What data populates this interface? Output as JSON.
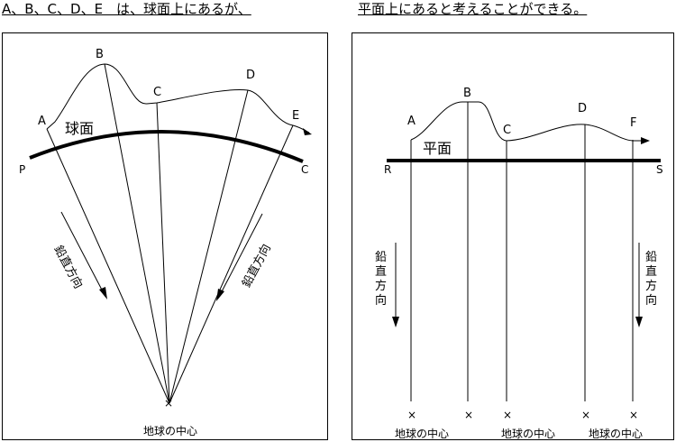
{
  "caption": {
    "left": "A、B、C、D、E　は、球面上にあるが、",
    "right": "平面上にあると考えることができる。"
  },
  "left_panel": {
    "points": [
      "A",
      "B",
      "C",
      "D",
      "E"
    ],
    "curve_ends": [
      "P",
      "C"
    ],
    "surface_label": "球面",
    "vertical_label": "鉛直方向",
    "center_label": "地球の中心",
    "marker": "×"
  },
  "right_panel": {
    "points": [
      "A",
      "B",
      "C",
      "D",
      "F"
    ],
    "line_ends": [
      "R",
      "S"
    ],
    "surface_label": "平面",
    "vertical_label": "鉛直方向",
    "center_labels": [
      "地球の中心",
      "地球の中心",
      "地球の中心"
    ],
    "marker": "×"
  }
}
